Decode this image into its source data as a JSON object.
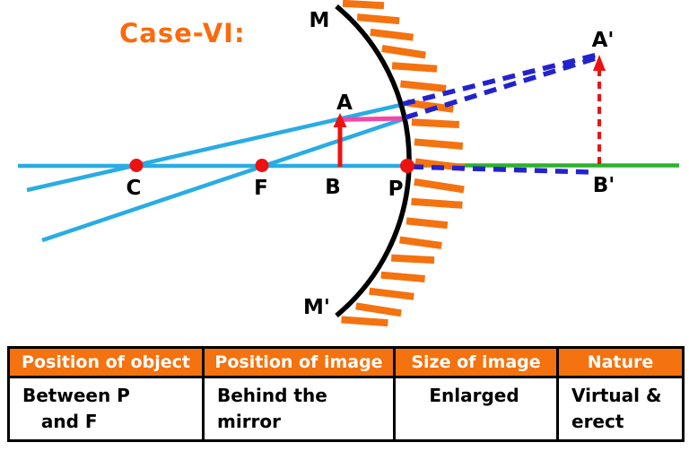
{
  "title": "Case-VI:",
  "colors": {
    "orange": "#F4720F",
    "title-orange": "#FB6A0D",
    "cyan": "#29ACE3",
    "green": "#2BB32B",
    "blue": "#2323CE",
    "red": "#EE1111",
    "magenta": "#F446A9"
  },
  "diagram": {
    "labels": {
      "mirror_top": "M",
      "mirror_bottom": "M'",
      "object_head": "A",
      "object_foot": "B",
      "image_head": "A'",
      "image_foot": "B'",
      "centre_of_curvature": "C",
      "focus": "F",
      "pole": "P"
    }
  },
  "table": {
    "headers": [
      "Position of object",
      "Position of image",
      "Size of image",
      "Nature"
    ],
    "cells": [
      "Between P\n   and F",
      "Behind the\nmirror",
      "Enlarged",
      "Virtual &\nerect"
    ]
  }
}
